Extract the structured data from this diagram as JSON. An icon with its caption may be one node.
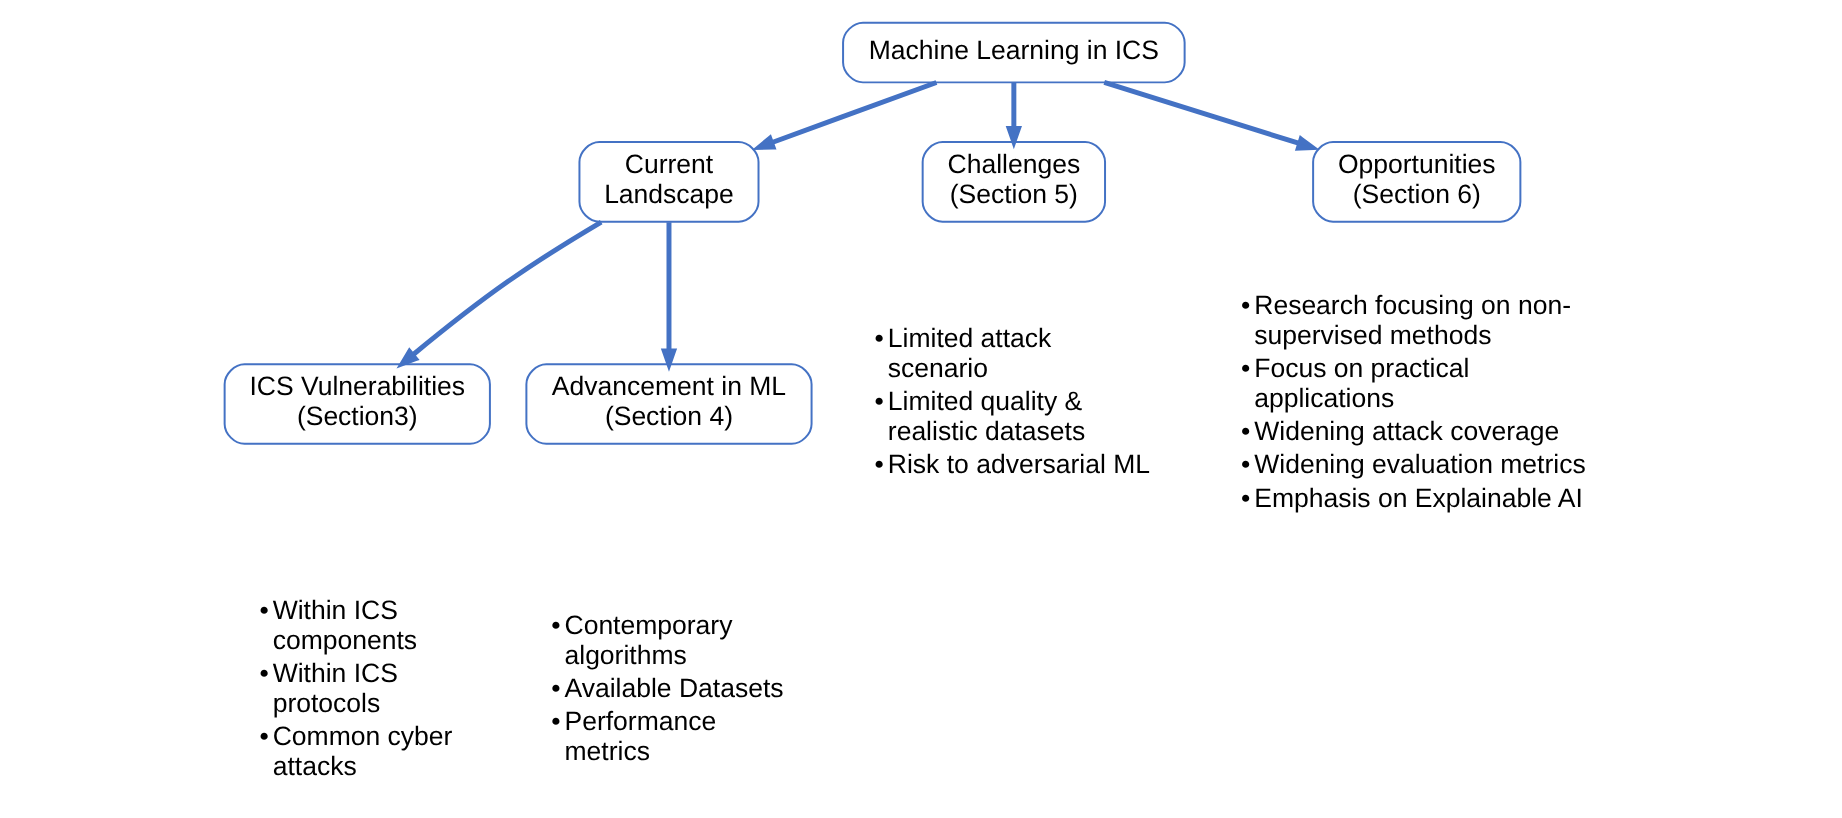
{
  "diagram": {
    "nodes": [
      {
        "text": [
          "Machine Learning in ICS"
        ]
      },
      {
        "text": [
          "Current Landscape"
        ]
      },
      {
        "text": [
          "Challenges (Section 5)"
        ],
        "beside": [
          "Limited attack scenario",
          "Limited quality & realistic datasets",
          "Risk to adversarial ML"
        ]
      },
      {
        "text": [
          "Opportunities (Section 6)"
        ],
        "beside": [
          "Research focusing on non-supervised methods",
          "Focus on practical applications",
          "Widening attack coverage",
          "Widening evaluation metrics",
          "Emphasis on Explainable AI"
        ]
      },
      {
        "text": [
          "ICS Vulnerabilities (Section3)"
        ],
        "beside": [
          "Within ICS components",
          "Within ICS protocols",
          "Common cyber attacks"
        ]
      },
      {
        "text": [
          "Advancement in ML (Section 4)"
        ],
        "beside": [
          "Contemporary algorithms",
          "Available Datasets",
          "Performance metrics"
        ]
      }
    ],
    "edges": [
      {
        "from": 0,
        "to": 1,
        "arrow": "to"
      },
      {
        "from": 0,
        "to": 2,
        "arrow": "to"
      },
      {
        "from": 0,
        "to": 3,
        "arrow": "to"
      },
      {
        "from": 1,
        "to": 4,
        "arrow": "to"
      },
      {
        "from": 1,
        "to": 5,
        "arrow": "to"
      }
    ],
    "labels": [
      "•",
      "•",
      "•",
      "•",
      "•",
      "•",
      "•",
      "•",
      "•",
      "•",
      "•",
      "•",
      "•",
      "•"
    ]
  }
}
